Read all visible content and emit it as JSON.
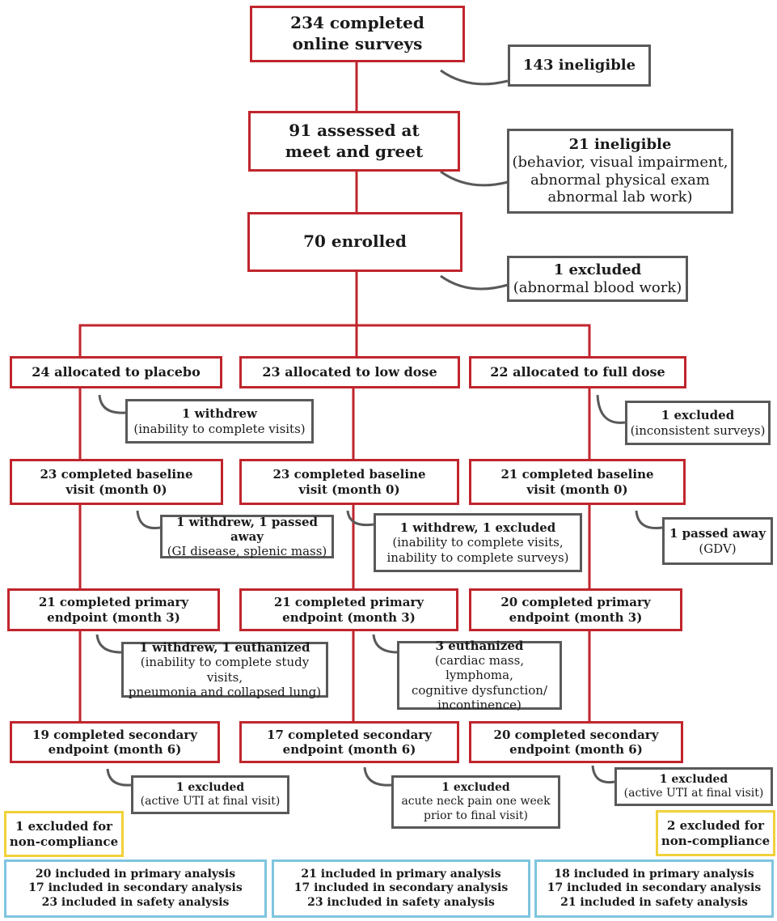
{
  "top": {
    "surveys": [
      "234 completed",
      "online surveys"
    ],
    "ineligible_1": "143 ineligible",
    "meet_greet": [
      "91 assessed at",
      "meet and greet"
    ],
    "ineligible_2": {
      "title": "21 ineligible",
      "lines": [
        "(behavior, visual impairment,",
        "abnormal physical exam",
        "abnormal lab work)"
      ]
    },
    "enrolled": "70 enrolled",
    "excluded_1": {
      "title": "1 excluded",
      "lines": [
        "(abnormal blood work)"
      ]
    }
  },
  "arms": [
    {
      "allocated": "24 allocated to placebo",
      "loss_1": {
        "title": "1 withdrew",
        "lines": [
          "(inability to complete visits)"
        ]
      },
      "baseline": [
        "23 completed baseline",
        "visit (month 0)"
      ],
      "loss_2": {
        "title": "1 withdrew, 1 passed away",
        "lines": [
          "(GI disease, splenic mass)"
        ]
      },
      "primary": [
        "21 completed primary",
        "endpoint (month 3)"
      ],
      "loss_3": {
        "title": "1 withdrew, 1 euthanized",
        "lines": [
          "(inability to complete study visits,",
          "pneumonia and collapsed lung)"
        ]
      },
      "secondary": [
        "19 completed secondary",
        "endpoint (month 6)"
      ],
      "loss_4": {
        "title": "1 excluded",
        "lines": [
          "(active UTI at final visit)"
        ]
      },
      "noncompliance": [
        "1 excluded for",
        "non-compliance"
      ],
      "analysis": [
        "20  included in primary analysis",
        "17 included in secondary analysis",
        "23 included in safety analysis"
      ]
    },
    {
      "allocated": "23 allocated to low dose",
      "baseline": [
        "23 completed baseline",
        "visit (month 0)"
      ],
      "loss_2": {
        "title": "1 withdrew, 1 excluded",
        "lines": [
          "(inability to complete visits,",
          "inability to complete surveys)"
        ]
      },
      "primary": [
        "21 completed primary",
        "endpoint (month 3)"
      ],
      "loss_3": {
        "title": "3 euthanized",
        "lines": [
          "(cardiac mass, lymphoma,",
          "cognitive dysfunction/",
          "incontinence)"
        ]
      },
      "secondary": [
        "17 completed secondary",
        "endpoint (month 6)"
      ],
      "loss_4": {
        "title": "1 excluded",
        "lines": [
          "acute neck pain one week",
          "prior to final visit)"
        ]
      },
      "analysis": [
        "21  included in primary analysis",
        "17 included in secondary analysis",
        "23 included in safety analysis"
      ]
    },
    {
      "allocated": "22 allocated to full dose",
      "loss_1": {
        "title": "1 excluded",
        "lines": [
          "(inconsistent surveys)"
        ]
      },
      "baseline": [
        "21 completed baseline",
        "visit (month 0)"
      ],
      "loss_2": {
        "title": "1 passed away",
        "lines": [
          "(GDV)"
        ]
      },
      "primary": [
        "20 completed primary",
        "endpoint (month 3)"
      ],
      "secondary": [
        "20 completed secondary",
        "endpoint (month 6)"
      ],
      "loss_4": {
        "title": "1 excluded",
        "lines": [
          "(active UTI at final visit)"
        ]
      },
      "noncompliance": [
        "2 excluded for",
        "non-compliance"
      ],
      "analysis": [
        "18  included in primary analysis",
        "17 included in secondary analysis",
        "21 included in safety analysis"
      ]
    }
  ],
  "colors": {
    "flow": "#c0252d",
    "exclusion": "#595959",
    "noncompliance": "#f1d13a",
    "analysis": "#7ec5df"
  }
}
